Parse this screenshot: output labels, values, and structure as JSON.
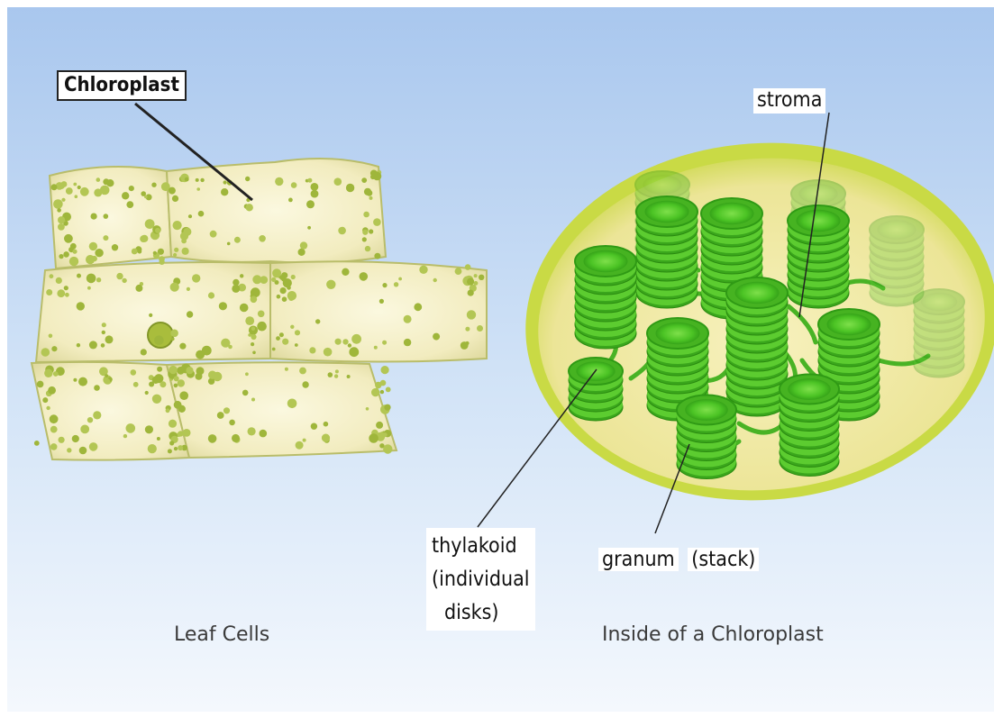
{
  "labels": {
    "chloroplast": "Chloroplast",
    "stroma": "stroma",
    "thylakoid": [
      "thylakoid",
      "(individual",
      "disks)"
    ],
    "granum": "granum",
    "granum_note": "(stack)"
  },
  "captions": {
    "left": "Leaf Cells",
    "right": "Inside of a Chloroplast"
  },
  "colors": {
    "sky_top": "#aac8ee",
    "sky_bottom": "#f2f7fd",
    "cell_fill": "#f4efc4",
    "chloroplast_dot": "#9bb23a",
    "envelope": "#c5d944",
    "stroma_fill": "#f6f0b8",
    "granum": "#4fc12a",
    "granum_dark": "#2f9a15"
  }
}
